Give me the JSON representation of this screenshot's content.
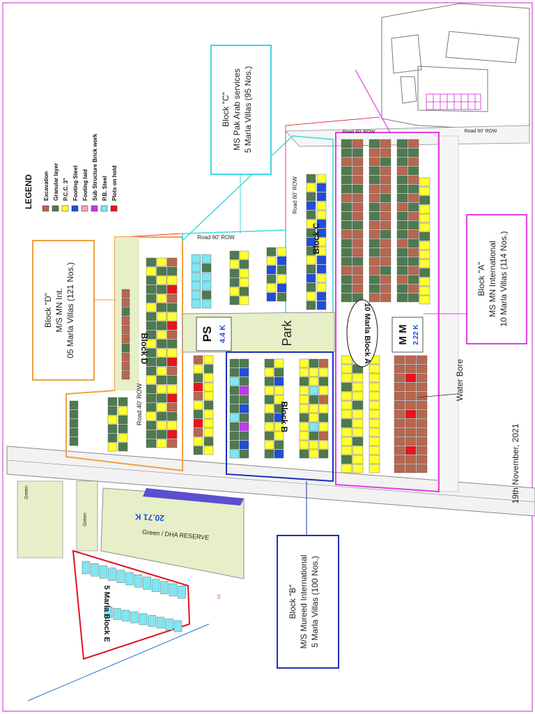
{
  "colors": {
    "excavation": "#b8674f",
    "granular": "#4f7a50",
    "pcc": "#ffff33",
    "footing_steel": "#1f4ed8",
    "footing_laid": "#f0a6b4",
    "sub_structure": "#c03af0",
    "pb_steel": "#7fe6f2",
    "on_hold": "#e8141e",
    "green_area": "#e6efc8",
    "block_a": "#e040e0",
    "block_b": "#1c2fb8",
    "block_c": "#3fd7e0",
    "block_d": "#f0a040",
    "block_e": "#e01020"
  },
  "legend": {
    "title": "LEGEND",
    "items": [
      {
        "label": "Excavation",
        "color": "#b8674f"
      },
      {
        "label": "Granular layer",
        "color": "#4f7a50"
      },
      {
        "label": "P.C.C. 3\"",
        "color": "#ffff33"
      },
      {
        "label": "Footing Steel",
        "color": "#1f4ed8"
      },
      {
        "label": "Footing laid",
        "color": "#f0a6b4"
      },
      {
        "label": "Sub Structure Brick work",
        "color": "#c03af0"
      },
      {
        "label": "P.B. Steel",
        "color": "#7fe6f2"
      },
      {
        "label": "Plots on hold",
        "color": "#e8141e"
      }
    ]
  },
  "callouts": {
    "block_c": {
      "line1": "Block \"C\"",
      "line2": "MS Pak Arab services",
      "line3": "5 Marla Villas (95 Nos.)"
    },
    "block_d": {
      "line1": "Block \"D\"",
      "line2": "M/S MN Int.",
      "line3": "05 Marla Villas (121 Nos.)"
    },
    "block_a": {
      "line1": "Block \"A\"",
      "line2": "MS MN International",
      "line3": "10 Marla Villas (114 Nos.)"
    },
    "block_b": {
      "line1": "Block \"B\"",
      "line2": "M/S Mureed International",
      "line3": "5 Marla Villas (100 Nos.)"
    }
  },
  "labels": {
    "park": "Park",
    "ps": "PS",
    "ps_area": "4.4 K",
    "mm": "M M",
    "mm_area": "2.22 K",
    "block_a_tag": "10 Marla Block A",
    "block_b_tag": "Block B",
    "block_c_tag": "Block C",
    "block_d_tag": "Block D",
    "block_e_tag": "5 Marla Block E",
    "road_40_d": "Road 40' ROW",
    "road_60_c": "Road 60' ROW",
    "road_60_top": "Road 60' ROW",
    "road_60_right": "Road 60' ROW",
    "road_40_c": "Road 60' ROW",
    "water_bore": "Water Bore",
    "green_reserve": "Green / DHA RESERVE",
    "green_area_value": "20.71 K",
    "green1": "Green",
    "green2": "Green",
    "date": "19th November, 2021"
  }
}
